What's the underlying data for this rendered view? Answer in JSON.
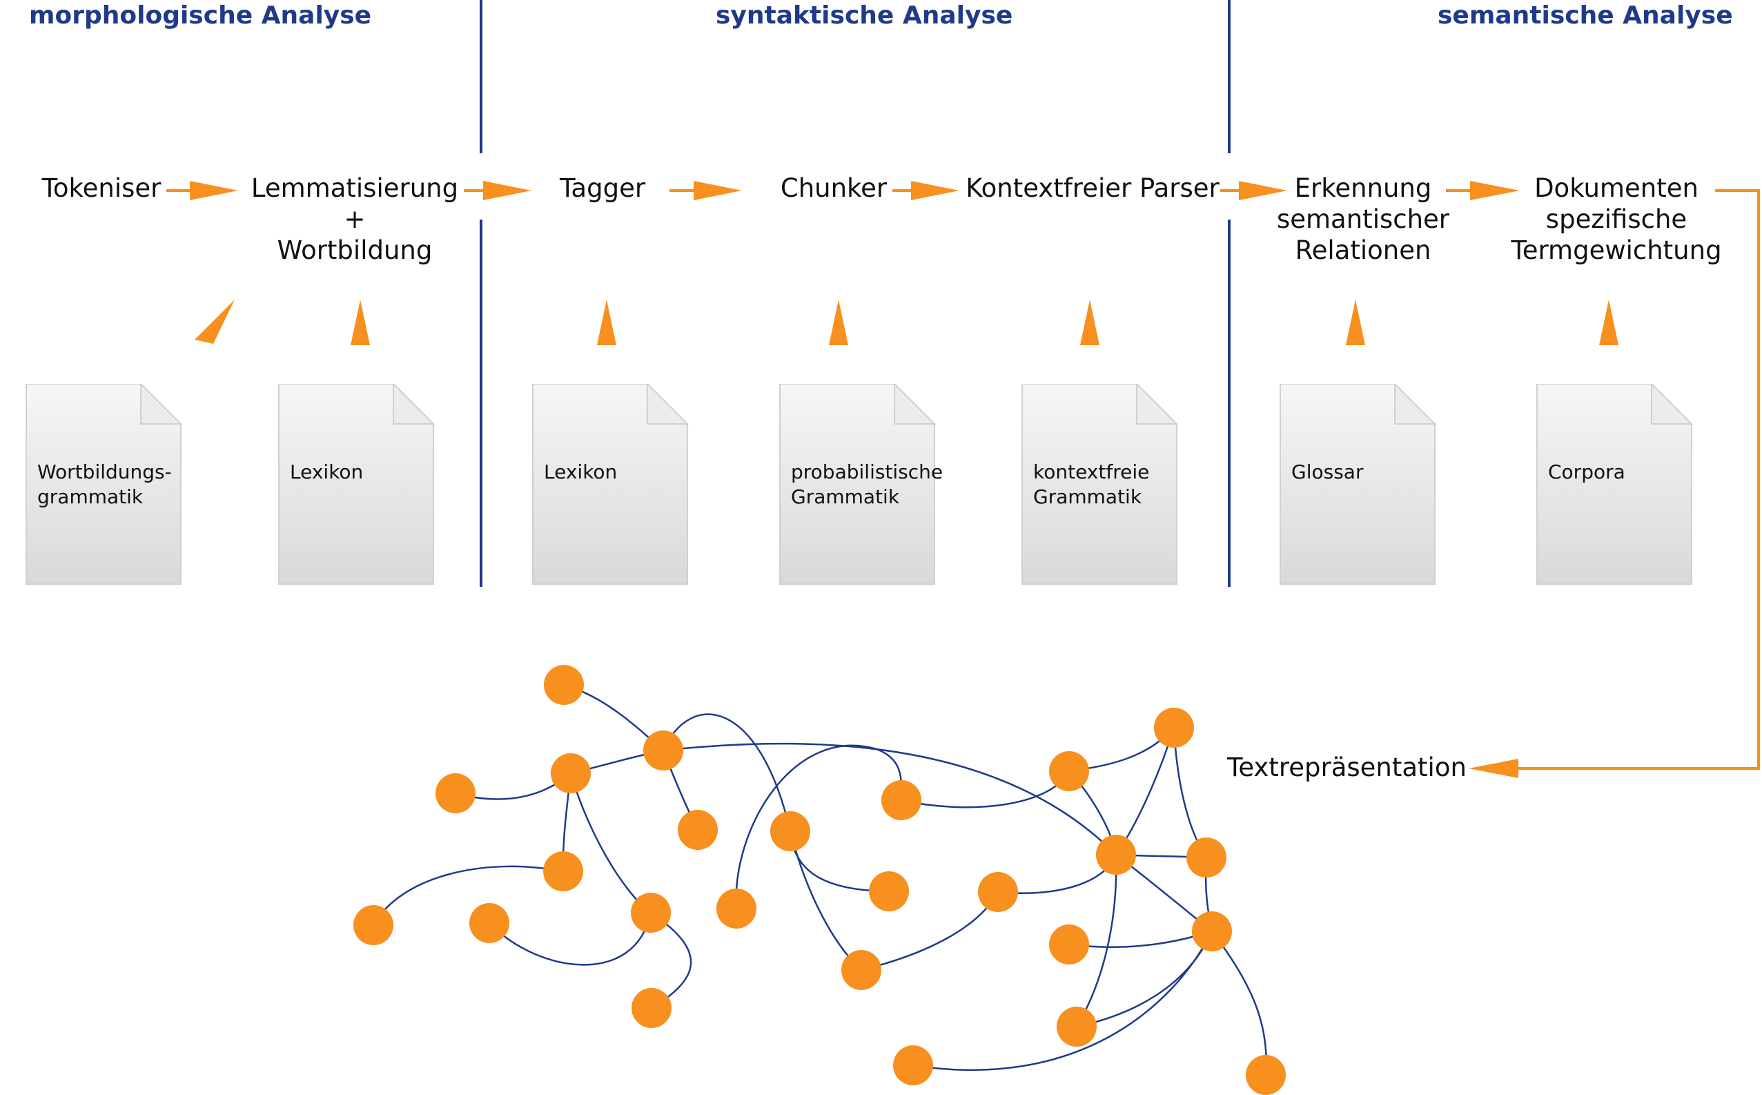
{
  "sections": [
    {
      "title": "morphologische Analyse"
    },
    {
      "title": "syntaktische Analyse"
    },
    {
      "title": "semantische Analyse"
    }
  ],
  "steps": [
    {
      "lines": [
        "Tokeniser"
      ]
    },
    {
      "lines": [
        "Lemmatisierung",
        "+",
        "Wortbildung"
      ]
    },
    {
      "lines": [
        "Tagger"
      ]
    },
    {
      "lines": [
        "Chunker"
      ]
    },
    {
      "lines": [
        "Kontextfreier Parser"
      ]
    },
    {
      "lines": [
        "Erkennung",
        "semantischer",
        "Relationen"
      ]
    },
    {
      "lines": [
        "Dokumenten",
        "spezifische",
        "Termgewichtung"
      ]
    }
  ],
  "resources": [
    {
      "lines": [
        "Wortbildungs-",
        "grammatik"
      ]
    },
    {
      "lines": [
        "Lexikon"
      ]
    },
    {
      "lines": [
        "Lexikon"
      ]
    },
    {
      "lines": [
        "probabilistische",
        "Grammatik"
      ]
    },
    {
      "lines": [
        "kontextfreie",
        "Grammatik"
      ]
    },
    {
      "lines": [
        "Glossar"
      ]
    },
    {
      "lines": [
        "Corpora"
      ]
    }
  ],
  "output": {
    "label": "Textrepräsentation"
  },
  "colors": {
    "accent": "#f7901e",
    "line": "#1f3a8a",
    "text": "#111111"
  }
}
